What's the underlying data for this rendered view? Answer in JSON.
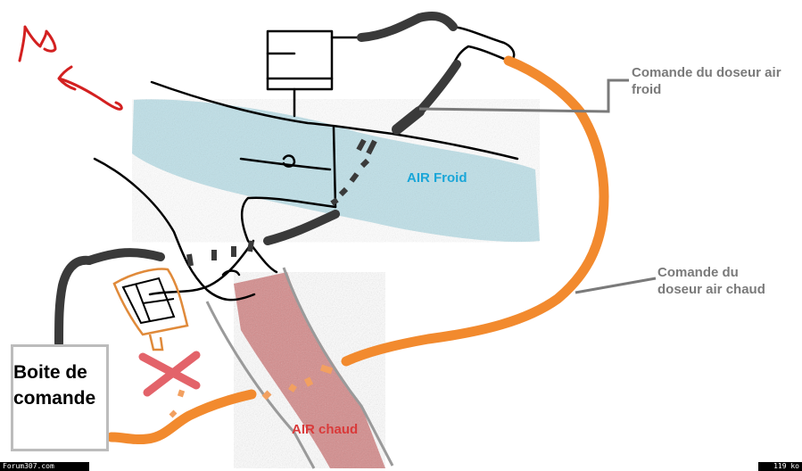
{
  "labels": {
    "cold_control_line1": "Comande du doseur air",
    "cold_control_line2": "froid",
    "hot_control_line1": "Comande du",
    "hot_control_line2": "doseur air chaud",
    "air_cold": "AIR Froid",
    "air_hot": "AIR chaud",
    "control_box_line1": "Boite de",
    "control_box_line2": "comande"
  },
  "footer": {
    "site": "Forum307.com",
    "size": "119 ko"
  },
  "colors": {
    "cold_air": "#a9d5e0",
    "hot_air": "#b22b2b",
    "cable": "#f28a2e",
    "dark_cable": "#3a3a3a",
    "arrow": "#d32020",
    "cross": "#e0535a"
  }
}
